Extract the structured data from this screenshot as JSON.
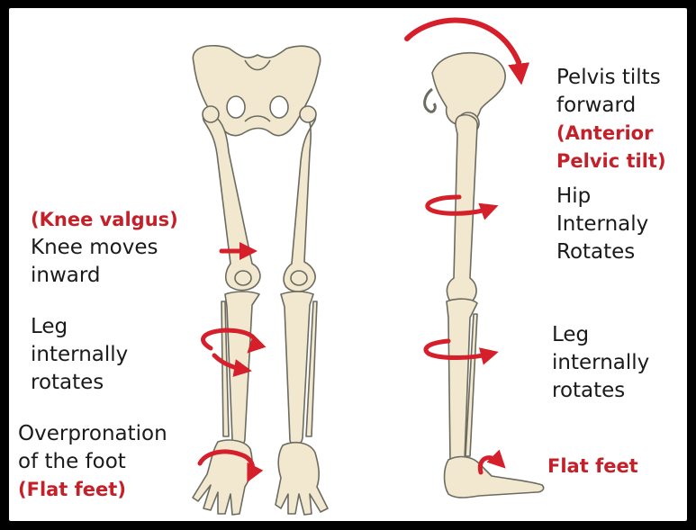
{
  "colors": {
    "background": "#ffffff",
    "border": "#000000",
    "bone_fill": "#f1e8cf",
    "bone_stroke": "#6b6b60",
    "arrow": "#d51f2b",
    "text": "#1a1a1a",
    "highlight_text": "#c4202a"
  },
  "front_view": {
    "knee": {
      "highlight": "(Knee valgus)",
      "line1": "Knee moves",
      "line2": "inward"
    },
    "leg": {
      "line1": "Leg",
      "line2": "internally",
      "line3": "rotates"
    },
    "foot": {
      "line1": "Overpronation",
      "line2": "of the foot",
      "highlight": "(Flat feet)"
    }
  },
  "side_view": {
    "pelvis": {
      "line1": "Pelvis tilts",
      "line2": "forward",
      "highlight1": "(Anterior",
      "highlight2": "Pelvic tilt)"
    },
    "hip": {
      "line1": "Hip",
      "line2": "Internaly",
      "line3": "Rotates"
    },
    "leg": {
      "line1": "Leg",
      "line2": "internally",
      "line3": "rotates"
    },
    "foot": {
      "highlight": "Flat feet"
    }
  },
  "icons": [
    "pelvis-bone-icon",
    "femur-icon",
    "tibia-icon",
    "foot-bones-icon",
    "rotation-arrow-icon",
    "straight-arrow-icon"
  ]
}
